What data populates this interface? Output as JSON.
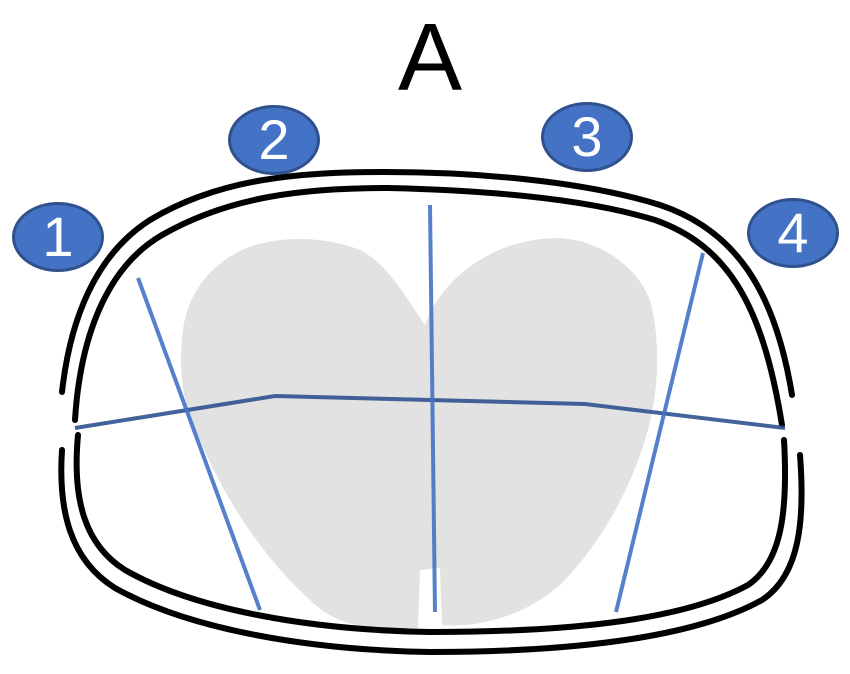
{
  "panel_label": "A",
  "markers": [
    {
      "label": "1"
    },
    {
      "label": "2"
    },
    {
      "label": "3"
    },
    {
      "label": "4"
    }
  ],
  "colors": {
    "outline": "#000000",
    "line_light": "#4472c4",
    "line_dark": "#2f528f",
    "marker_fill": "#4472c4",
    "marker_border": "#2f528f",
    "marker_text": "#ffffff",
    "heart_fill": "#e2e2e2"
  },
  "icons": {
    "heart": "heart-shape"
  }
}
